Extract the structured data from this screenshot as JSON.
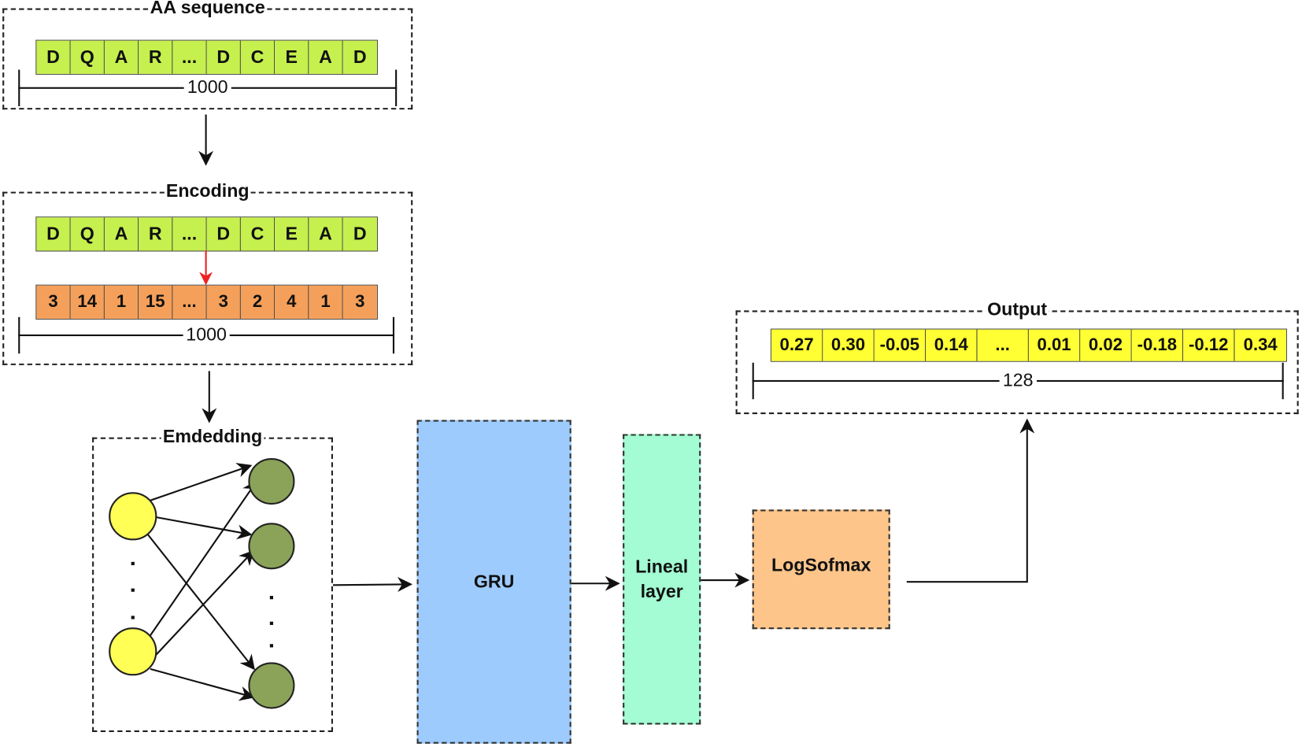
{
  "sections": {
    "aa_sequence": {
      "title": "AA sequence",
      "cells": [
        "D",
        "Q",
        "A",
        "R",
        "...",
        "D",
        "C",
        "E",
        "A",
        "D"
      ],
      "length_label": "1000"
    },
    "encoding": {
      "title": "Encoding",
      "letters": [
        "D",
        "Q",
        "A",
        "R",
        "...",
        "D",
        "C",
        "E",
        "A",
        "D"
      ],
      "codes": [
        "3",
        "14",
        "1",
        "15",
        "...",
        "3",
        "2",
        "4",
        "1",
        "3"
      ],
      "length_label": "1000"
    },
    "embedding": {
      "title": "Emdedding",
      "input_nodes_shown": 2,
      "output_nodes_shown": 3,
      "ellipsis": ". . ."
    },
    "gru": {
      "label": "GRU"
    },
    "linear": {
      "label_line1": "Lineal",
      "label_line2": "layer"
    },
    "logsoftmax": {
      "label": "LogSofmax"
    },
    "output": {
      "title": "Output",
      "values": [
        "0.27",
        "0.30",
        "-0.05",
        "0.14",
        "...",
        "0.01",
        "0.02",
        "-0.18",
        "-0.12",
        "0.34"
      ],
      "length_label": "128"
    }
  },
  "colors": {
    "sequence_cell": "#c6f04e",
    "encoded_cell": "#f5a05a",
    "output_cell": "#ffff33",
    "gru_block": "#9ecbfd",
    "linear_block": "#a3fcd3",
    "logsoftmax_block": "#fdc58a",
    "input_node": "#ffff55",
    "embedding_node": "#8aa359",
    "encoding_arrow": "#ee2222"
  }
}
